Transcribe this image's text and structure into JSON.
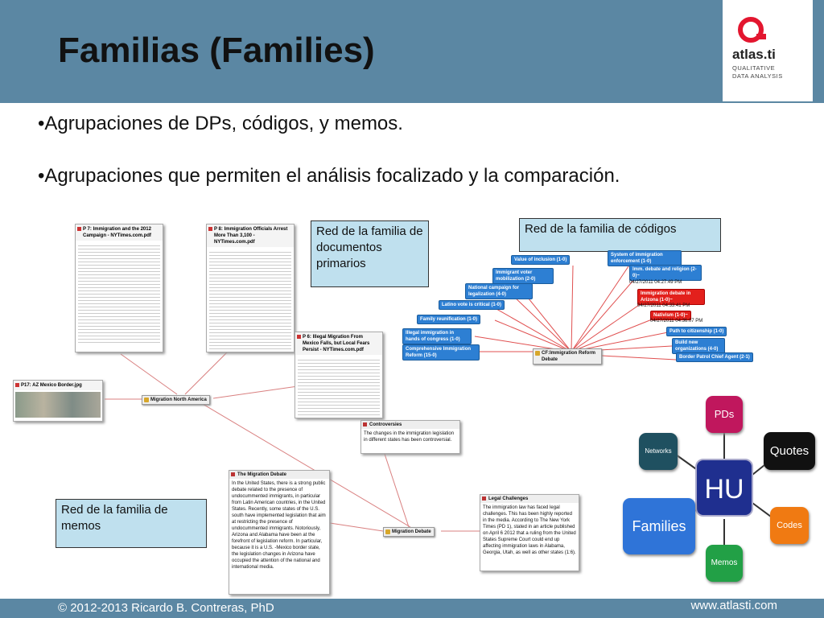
{
  "title": "Familias (Families)",
  "logo": {
    "name": "atlas.ti",
    "tagline": "QUALITATIVE\nDATA ANALYSIS"
  },
  "bullets": [
    "•Agrupaciones de DPs, códigos, y memos.",
    "•Agrupaciones que permiten el análisis focalizado y la comparación."
  ],
  "callouts": {
    "docs": "Red de la familia de documentos primarios",
    "codes": "Red de la familia de códigos",
    "memos": "Red de la familia de memos"
  },
  "doc_network": {
    "docs": [
      "P 7: Immigration and the 2012 Campaign - NYTimes.com.pdf",
      "P 8: Immigration Officials Arrest More Than 3,100 - NYTimes.com.pdf",
      "P 6: Illegal Migration From Mexico Falls, but Local Fears Persist - NYTimes.com.pdf",
      "P17: AZ Mexico Border.jpg"
    ],
    "family": "Migration North America"
  },
  "code_network": {
    "center": "CF:Immigration Reform Debate",
    "codes": [
      "Value of inclusion (1-0)",
      "Immigrant voter mobilization (2-0)",
      "National campaign for legalization (4-0)",
      "Latino vote is critical (1-0)",
      "Family reunification (1-0)",
      "Illegal immigration in hands of congress (1-0)",
      "Comprehensive Immigration Reform (15-0)",
      "System of immigration enforcement (1-0)",
      "Imm. debate and religion (2-0)~",
      "Immigration debate in Arizona (1-0)~",
      "Nativism (1-0)~",
      "Path to citizenship (1-0)",
      "Build new organizations (4-0)",
      "Border Patrol Chief Agent (2-1)"
    ],
    "timestamps": [
      "04/27/2011 04:27:49 PM",
      "04/27/2011 04:33:41 PM",
      "04/27/2011 04:36:07 PM"
    ]
  },
  "memo_network": {
    "family": "Migration Debate",
    "memos": [
      {
        "title": "Controversies",
        "body": "The changes in the immigration legislation in different states has been controversial."
      },
      {
        "title": "The Migration Debate",
        "body": "In the United States, there is a strong public debate related to the presence of undocummented immigrants, in particular from Latin American countries, in the United States. Recently, some states of the U.S. south have implemented legislation that aim at restricting the presence of undocummented immigrants. Notoriously, Arizona and Alabama have been at the forefront of legislation reform. In particular, because it is a U.S. -Mexico border state, the legislation changes in Arizona have occupied the attention of the national and international media."
      },
      {
        "title": "Legal Challenges",
        "body": "The immigration law has faced legal challenges. This has been highly reported in the media. According to The New York Times (PD 1), stated in an article published on April 6 2012 that a ruling from the United States Supreme Court could end up affecting immigration laws in Alabama, Georgia, Utah, as well as other states (1:6)."
      }
    ]
  },
  "hu_diagram": {
    "center": "HU",
    "items": [
      "PDs",
      "Quotes",
      "Networks",
      "Families",
      "Codes",
      "Memos"
    ],
    "colors": {
      "PDs": "#c0175d",
      "Quotes": "#111111",
      "Networks": "#1f5060",
      "Families": "#2f74d8",
      "Codes": "#f07a12",
      "Memos": "#22a046",
      "center": "#1f2f8f"
    }
  },
  "footer": {
    "left": "© 2012-2013 Ricardo B. Contreras, PhD",
    "right": "www.atlasti.com"
  }
}
